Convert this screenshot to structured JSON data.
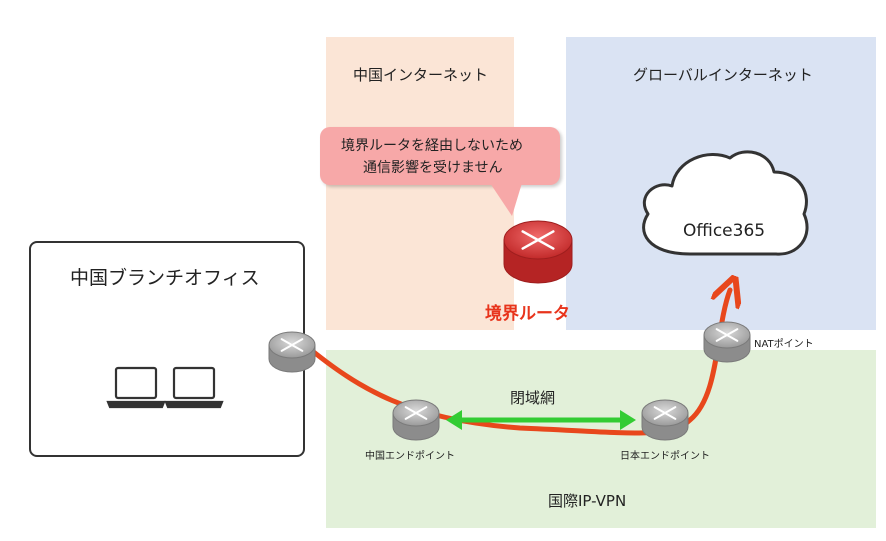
{
  "zones": {
    "china_internet": {
      "label": "中国インターネット",
      "color": "#fbe5d6"
    },
    "global_internet": {
      "label": "グローバルインターネット",
      "color": "#dae3f3"
    },
    "ip_vpn": {
      "label": "国際IP-VPN",
      "color": "#e2f0d9"
    }
  },
  "branch_office": {
    "label": "中国ブランチオフィス"
  },
  "callout": {
    "line1": "境界ルータを経由しないため",
    "line2": "通信影響を受けません",
    "color": "#f7a8a8"
  },
  "border_router": {
    "label": "境界ルータ",
    "color": "#e84c4c",
    "label_color": "#e8341c"
  },
  "cloud": {
    "label": "Office365"
  },
  "nodes": {
    "nat_point": "NATポイント",
    "china_endpoint": "中国エンドポイント",
    "japan_endpoint": "日本エンドポイント"
  },
  "closed_network": {
    "label": "閉域網"
  },
  "colors": {
    "route_arrow": "#e8471c",
    "closed_arrow": "#33cc33",
    "router_gray": "#a6a6a6"
  }
}
